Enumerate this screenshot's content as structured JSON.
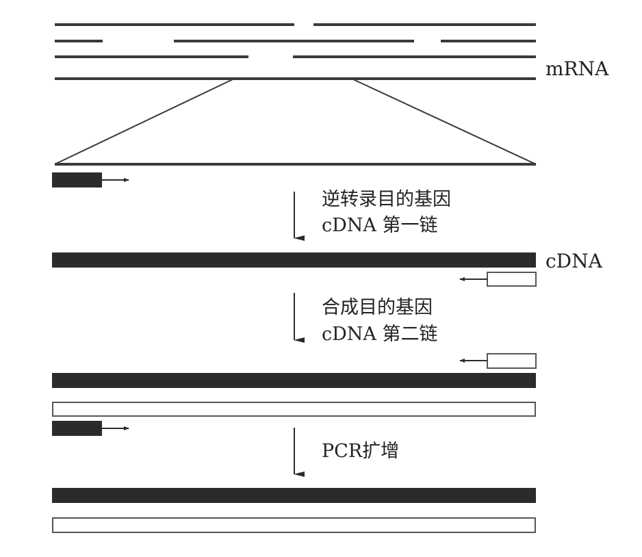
{
  "labels": {
    "mrna": "mRNA",
    "cdna": "cDNA"
  },
  "steps": [
    {
      "line1": "逆转录目的基因",
      "line2": "cDNA 第一链"
    },
    {
      "line1": "合成目的基因",
      "line2": "cDNA 第二链"
    },
    {
      "line1": "PCR扩增"
    }
  ],
  "colors": {
    "strand": "#2b2b2b",
    "outline": "#555555",
    "background": "#ffffff"
  }
}
